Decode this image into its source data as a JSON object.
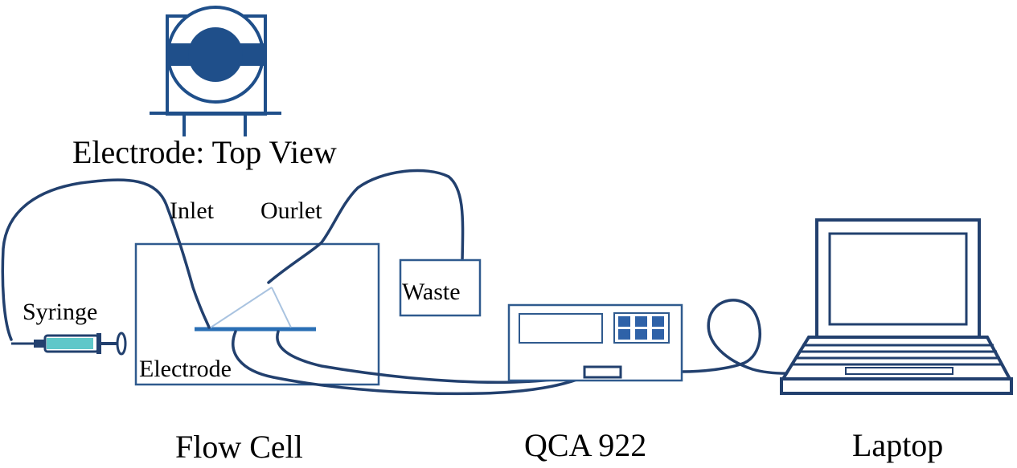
{
  "labels": {
    "electrode_top_view": "Electrode: Top View",
    "inlet": "Inlet",
    "outlet": "Ourlet",
    "syringe": "Syringe",
    "electrode": "Electrode",
    "waste": "Waste",
    "flow_cell": "Flow Cell",
    "qca": "QCA 922",
    "laptop": "Laptop"
  },
  "colors": {
    "line": "#22406e",
    "outline": "#2f5a8e",
    "electrode": "#1f4f8a",
    "syringe_fluid": "#5fc7c9"
  }
}
